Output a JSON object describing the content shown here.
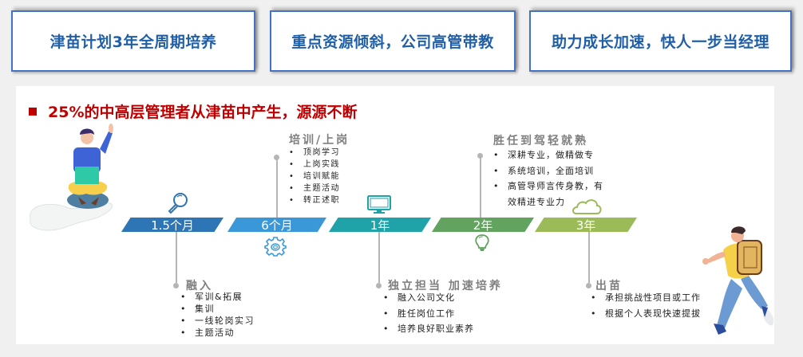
{
  "top_boxes": [
    {
      "label": "津苗计划3年全周期培养"
    },
    {
      "label": "重点资源倾斜，公司高管带教"
    },
    {
      "label": "助力成长加速，快人一步当经理"
    }
  ],
  "headline": "25%的中高层管理者从津苗中产生，源源不断",
  "timeline": {
    "stages": [
      {
        "label": "1.5个月",
        "color": "#2e75b6",
        "icon": "magnifier-icon"
      },
      {
        "label": "6个月",
        "color": "#3a97d8",
        "icon": "gear-icon"
      },
      {
        "label": "1年",
        "color": "#1fa2a8",
        "icon": "monitor-icon"
      },
      {
        "label": "2年",
        "color": "#62a35f",
        "icon": "lightbulb-icon"
      },
      {
        "label": "3年",
        "color": "#9bbb59",
        "icon": "cloud-icon"
      }
    ]
  },
  "sections": {
    "onboard": {
      "title": "融入",
      "items": [
        "军训&拓展",
        "集训",
        "一线轮岗实习",
        "主题活动"
      ]
    },
    "training": {
      "title": "培训/上岗",
      "items": [
        "顶岗学习",
        "上岗实践",
        "培训赋能",
        "主题活动",
        "转正述职"
      ]
    },
    "independent": {
      "title": "独立担当 加速培养",
      "items": [
        "融入公司文化",
        "胜任岗位工作",
        "培养良好职业素养"
      ]
    },
    "competent": {
      "title": "胜任到驾轻就熟",
      "items": [
        "深耕专业，做精做专",
        "系统培训，全面培训",
        "高管导师言传身教，有",
        "效精进专业力"
      ]
    },
    "graduate": {
      "title": "出苗",
      "items": [
        "承担挑战性项目或工作",
        "根据个人表现快速提拔"
      ]
    }
  }
}
